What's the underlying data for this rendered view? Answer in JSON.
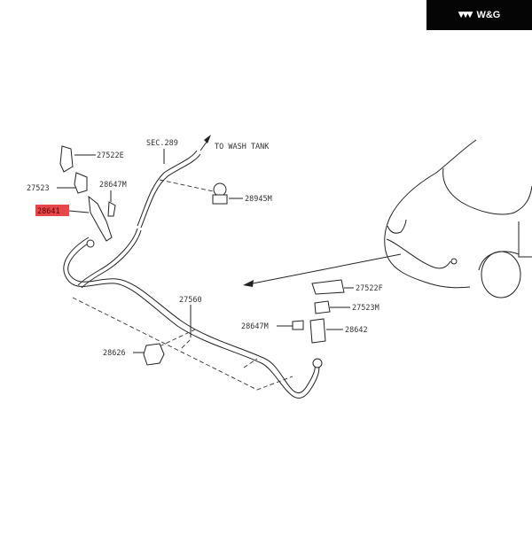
{
  "brand": {
    "logo_glyph": "▼▼▼",
    "name": "W&G"
  },
  "diagram": {
    "title": "Headlamp washer system exploded parts diagram",
    "highlight_color": "#e8474a",
    "callouts": [
      {
        "id": "27522E",
        "label": "27522E"
      },
      {
        "id": "27523",
        "label": "27523"
      },
      {
        "id": "28647M-left",
        "label": "28647M"
      },
      {
        "id": "28641",
        "label": "28641",
        "highlighted": true
      },
      {
        "id": "SEC289",
        "label": "SEC.289"
      },
      {
        "id": "wash-tank",
        "label": "TO WASH TANK"
      },
      {
        "id": "28945M",
        "label": "28945M"
      },
      {
        "id": "27560",
        "label": "27560"
      },
      {
        "id": "28626",
        "label": "28626"
      },
      {
        "id": "27522F",
        "label": "27522F"
      },
      {
        "id": "27523M",
        "label": "27523M"
      },
      {
        "id": "28647M-right",
        "label": "28647M"
      },
      {
        "id": "28642",
        "label": "28642"
      }
    ]
  }
}
